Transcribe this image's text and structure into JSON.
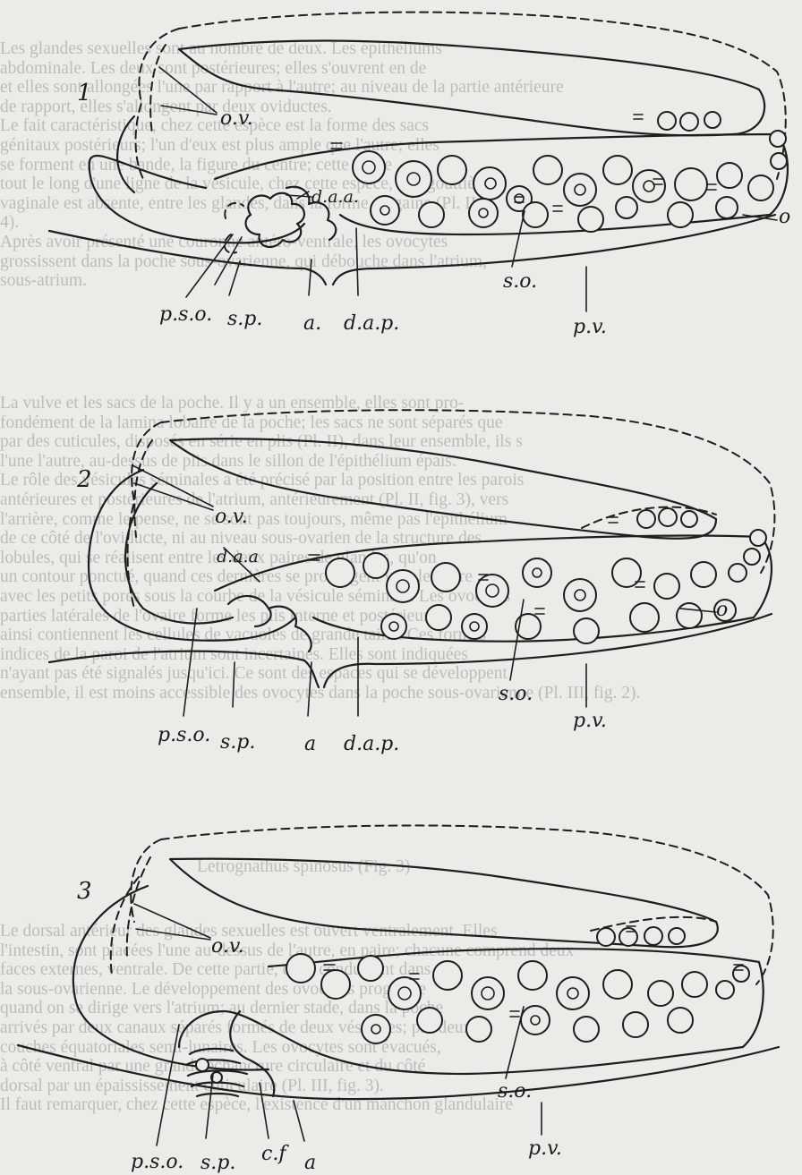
{
  "background_text": {
    "block1": [
      "Les glandes sexuelles sont au nombre de deux. Les épithéliums",
      "abdominale. Les deux sont postérieures; elles s'ouvrent en de",
      "et elles sont allongées l'une par rapport à l'autre; au niveau de la partie antérieure",
      "de rapport, elles s'allongent par deux oviductes.",
      "Le fait caractéristique, chez cette espèce est la forme des sacs",
      "génitaux postérieurs; l'un d'eux est plus ample que l'autre; elles",
      "se forment en une bande, la figure du centre; cette ponte",
      "tout le long d'une ligne de la vésicule, chez cette espèce, une gouttière",
      "vaginale est absente, entre les glandes, dans la forme de gaine (Pl. II,",
      "4).",
      "Après avoir présenté une couronne antéro-ventrale, les ovocytes",
      "grossissent dans la poche sous-ovarienne, qui débouche dans l'atrium,",
      "sous-atrium."
    ],
    "block2": [
      "La vulve et les sacs de la poche. Il y a un ensemble, elles sont pro-",
      "fondément de la lamina lobaire de la poche; les sacs ne sont séparés que",
      "par des cuticules, disposés en série en plis (Pl. II), dans leur ensemble, ils s",
      "l'une l'autre, au-dessus de plis dans le sillon de l'épithélium épais.",
      "Le rôle des vésicules séminales a été précisé par la position entre les parois",
      "antérieures et postérieures de l'atrium, antérieurement (Pl. II, fig. 3), vers",
      "l'arrière, comme le pense, ne se sont pas toujours, même pas l'épithélium",
      "de ce côté de l'oviducte, ni au niveau sous-ovarien de la structure des",
      "lobules, qui se réalisent entre les deux paires de glandes, qu'on",
      "un contour ponctué, quand ces dernières se prolongent vers le cadre",
      "avec les petits pores sous la courbe de la vésicule séminale. Les ovocytes",
      "parties latérales de l'ovaire forme les plis interne et postérieure",
      "ainsi contiennent les cellules de vacuoles de grande taille. Ces formes",
      "indices de la paroi de l'atrium sont incertaines. Elles sont indiquées",
      "n'ayant pas été signalés jusqu'ici. Ce sont des espaces qui se développent",
      "ensemble, il est moins accessible des ovocytes dans la poche sous-ovarienne (Pl. III, fig. 2)."
    ],
    "heading": "Letrognathus spinosus (Fig. 3)",
    "block3": [
      "Le dorsal antérieur des glandes sexuelles est ouvert ventralement. Elles",
      "l'intestin, sont placées l'une au-dessus de l'autre, en paire; chacune comprend deux",
      "faces externes, ventrale. De cette partie, elles conduisent dans",
      "la sous-ovarienne. Le développement des ovocytes progresse",
      "quand on se dirige vers l'atrium; au dernier stade, dans la poche",
      "arrivés par deux canaux séparés formés de deux vésicules; par deux",
      "couches équatoriales semi-lunaires. Les ovocytes sont évacués,",
      "à côté ventral par une grande échancrure circulaire et du côté",
      "dorsal par un épaississement cuticulaire (Pl. III, fig. 3).",
      "Il faut remarquer, chez cette espèce, l'existence d'un manchon glandulaire"
    ]
  },
  "figures": [
    {
      "number": "1",
      "labels": {
        "ov": "o.v.",
        "daa": "d.a.a.",
        "o": "o",
        "so": "s.o.",
        "pso": "p.s.o.",
        "sp": "s.p.",
        "a": "a.",
        "dap": "d.a.p.",
        "pv": "p.v."
      }
    },
    {
      "number": "2",
      "labels": {
        "ov": "o.v.",
        "daa": "d.a.a",
        "o": "o",
        "so": "s.o.",
        "pso": "p.s.o.",
        "sp": "s.p.",
        "a": "a",
        "dap": "d.a.p.",
        "pv": "p.v."
      }
    },
    {
      "number": "3",
      "labels": {
        "ov": "o.v.",
        "so": "s.o.",
        "pso": "p.s.o.",
        "sp": "s.p.",
        "cf": "c.f",
        "a": "a",
        "pv": "p.v."
      }
    }
  ]
}
